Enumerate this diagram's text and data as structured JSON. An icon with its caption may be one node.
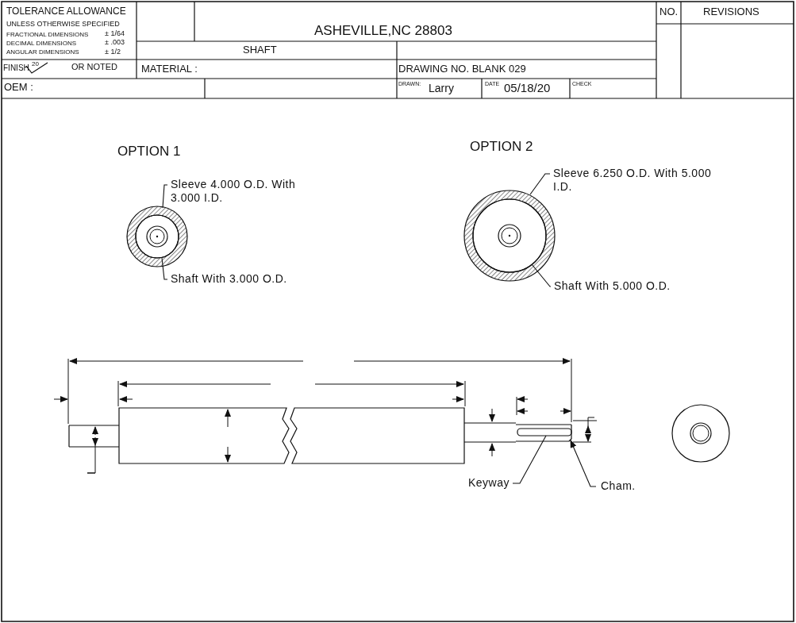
{
  "diagram": {
    "nodes": [
      {
        "text": [
          "Sleeve 4.000 O.D. With 3.000 I.D."
        ]
      },
      {
        "text": [
          "Shaft With 3.000 O.D."
        ]
      },
      {
        "text": [
          "Sleeve 6.250 O.D. With 5.000 I.D."
        ]
      },
      {
        "text": [
          "Shaft With 5.000 O.D."
        ]
      },
      {
        "text": [
          "Keyway"
        ]
      },
      {
        "text": [
          "Cham."
        ]
      },
      {
        "text": [],
        "shape": "circle"
      },
      {
        "text": [],
        "shape": "circle",
        "in": 6
      },
      {
        "text": [],
        "shape": "circle"
      },
      {
        "text": [],
        "shape": "circle",
        "in": 8
      },
      {
        "text": [],
        "shape": "bar"
      },
      {
        "text": [],
        "shape": "line"
      }
    ],
    "edges": [
      {
        "from": 0,
        "to": 6,
        "arrow": "none"
      },
      {
        "from": 1,
        "to": 7,
        "arrow": "none"
      },
      {
        "from": 2,
        "to": 8,
        "arrow": "none"
      },
      {
        "from": 3,
        "to": 9,
        "arrow": "none"
      },
      {
        "from": 4,
        "to": 10,
        "arrow": "none"
      },
      {
        "from": 5,
        "to": 11,
        "arrow": "to"
      }
    ],
    "labels": [
      "TOLERANCE ALLOWANCE",
      "UNLESS OTHERWISE SPECIFIED",
      "FRACTIONAL DIMENSIONS",
      "± 1/64",
      "DECIMAL DIMENSIONS",
      "± .003",
      "ANGULAR DIMENSIONS",
      "± 1/2",
      "FINISH",
      "20",
      "OR NOTED",
      "ASHEVILLE,NC 28803",
      "SHAFT",
      "MATERIAL :",
      "DRAWING NO. BLANK 029",
      "OEM :",
      "DRAWN:",
      "Larry",
      "DATE",
      "05/18/20",
      "CHECK",
      "NO.",
      "REVISIONS",
      "OPTION 1",
      "OPTION 2"
    ]
  }
}
